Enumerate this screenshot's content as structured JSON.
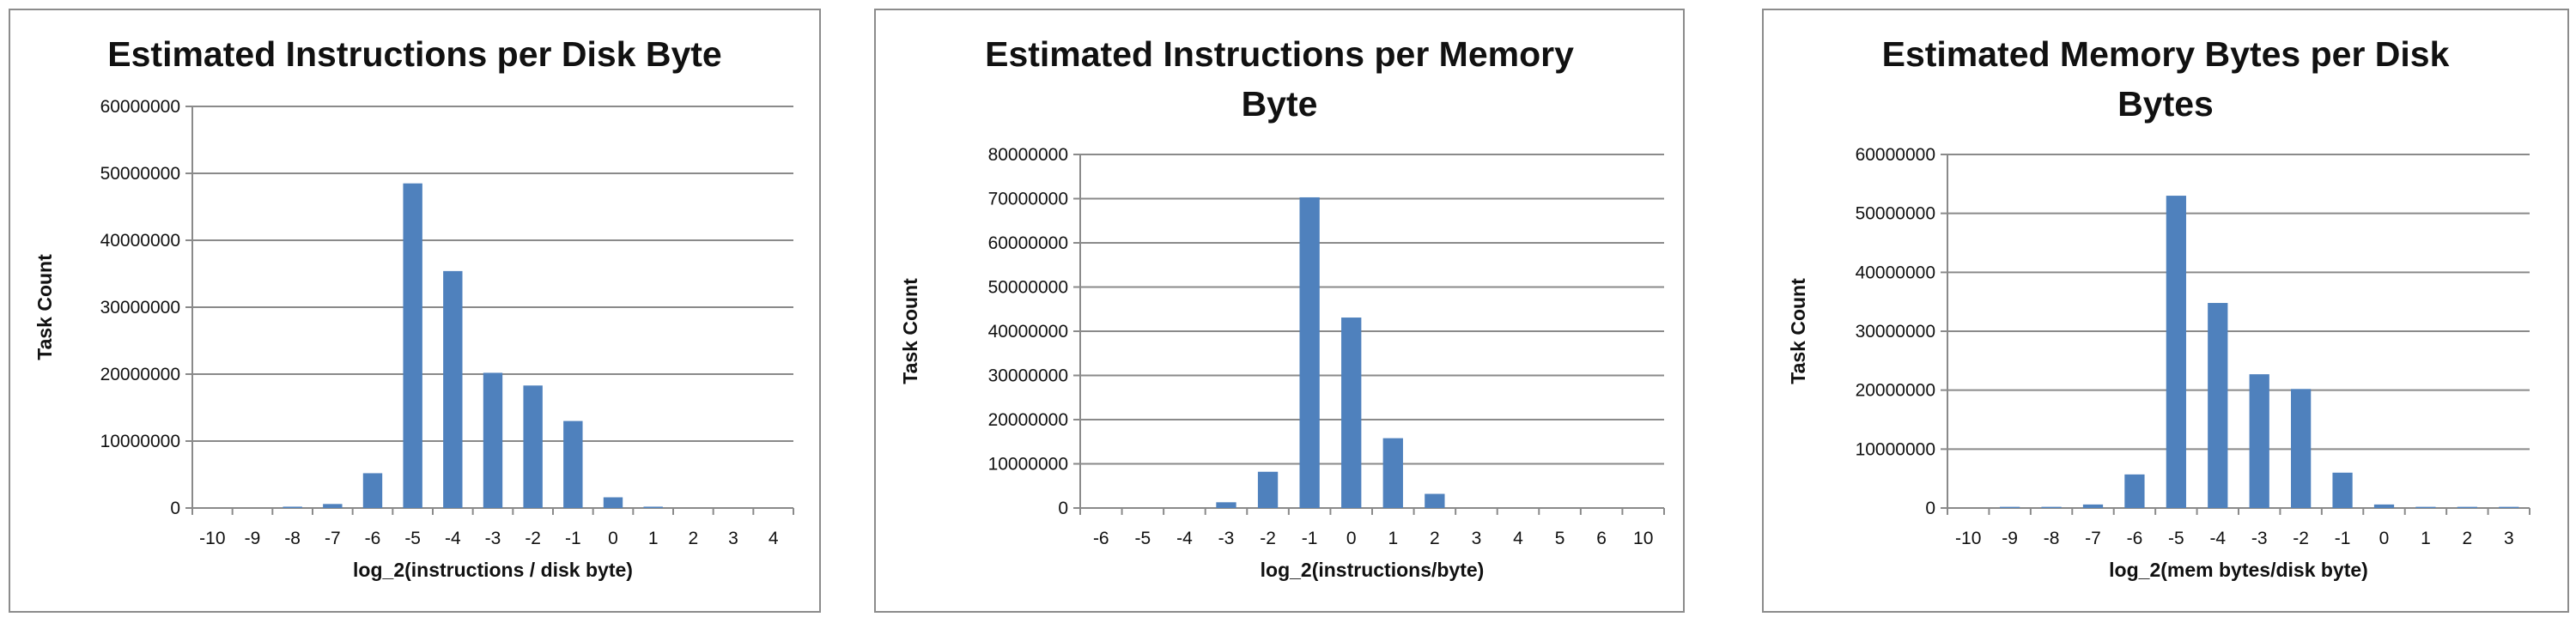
{
  "chart_data": [
    {
      "type": "bar",
      "title": "Estimated Instructions per Disk Byte",
      "xlabel": "log_2(instructions / disk byte)",
      "ylabel": "Task Count",
      "ylim": [
        0,
        60000000
      ],
      "yticks": [
        "0",
        "10000000",
        "20000000",
        "30000000",
        "40000000",
        "50000000",
        "60000000"
      ],
      "categories": [
        "-10",
        "-9",
        "-8",
        "-7",
        "-6",
        "-5",
        "-4",
        "-3",
        "-2",
        "-1",
        "0",
        "1",
        "2",
        "3",
        "4"
      ],
      "values": [
        0,
        0,
        200000,
        600000,
        5200000,
        48500000,
        35400000,
        20200000,
        18300000,
        13000000,
        1600000,
        200000,
        0,
        0,
        0
      ],
      "grid": true,
      "color": "#4f81bd"
    },
    {
      "type": "bar",
      "title": "Estimated Instructions per Memory Byte",
      "xlabel": "log_2(instructions/byte)",
      "ylabel": "Task Count",
      "ylim": [
        0,
        80000000
      ],
      "yticks": [
        "0",
        "10000000",
        "20000000",
        "30000000",
        "40000000",
        "50000000",
        "60000000",
        "70000000",
        "80000000"
      ],
      "categories": [
        "-6",
        "-5",
        "-4",
        "-3",
        "-2",
        "-1",
        "0",
        "1",
        "2",
        "3",
        "4",
        "5",
        "6",
        "10"
      ],
      "values": [
        0,
        0,
        0,
        1300000,
        8200000,
        70300000,
        43100000,
        15800000,
        3200000,
        0,
        0,
        0,
        0,
        0
      ],
      "grid": true,
      "color": "#4f81bd"
    },
    {
      "type": "bar",
      "title": "Estimated Memory Bytes per Disk Bytes",
      "xlabel": "log_2(mem bytes/disk byte)",
      "ylabel": "Task Count",
      "ylim": [
        0,
        60000000
      ],
      "yticks": [
        "0",
        "10000000",
        "20000000",
        "30000000",
        "40000000",
        "50000000",
        "60000000"
      ],
      "categories": [
        "-10",
        "-9",
        "-8",
        "-7",
        "-6",
        "-5",
        "-4",
        "-3",
        "-2",
        "-1",
        "0",
        "1",
        "2",
        "3"
      ],
      "values": [
        0,
        200000,
        200000,
        600000,
        5700000,
        53000000,
        34800000,
        22700000,
        20200000,
        6000000,
        600000,
        200000,
        200000,
        200000
      ],
      "grid": true,
      "color": "#4f81bd"
    }
  ]
}
